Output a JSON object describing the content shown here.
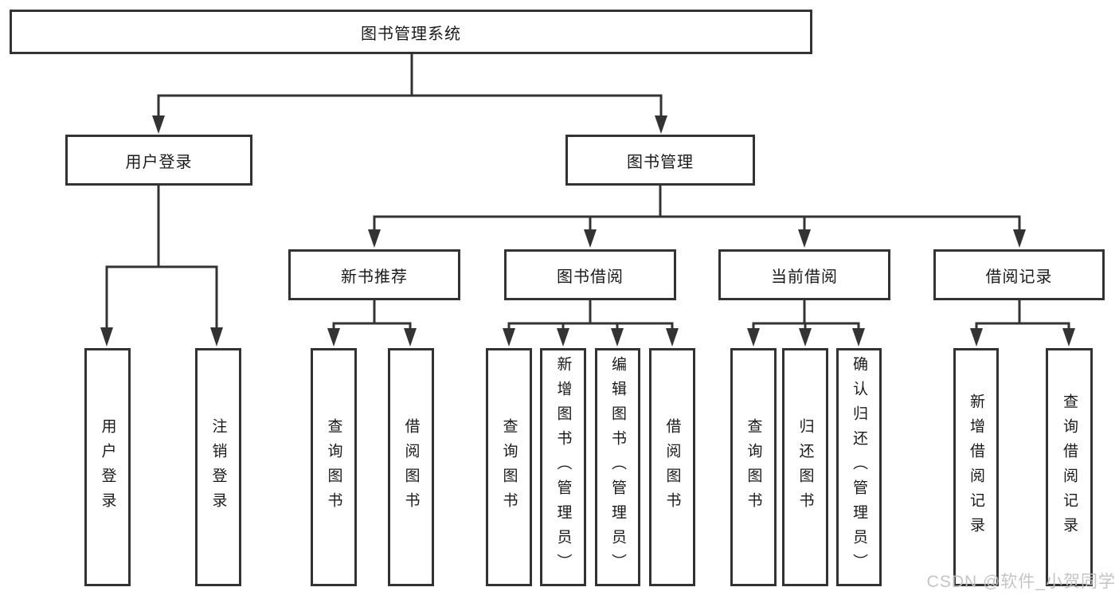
{
  "diagram": {
    "title": "图书管理系统",
    "branches": [
      {
        "label": "用户登录",
        "children": [
          {
            "label": "用户登录"
          },
          {
            "label": "注销登录"
          }
        ]
      },
      {
        "label": "图书管理",
        "children": [
          {
            "label": "新书推荐",
            "children": [
              {
                "label": "查询图书"
              },
              {
                "label": "借阅图书"
              }
            ]
          },
          {
            "label": "图书借阅",
            "children": [
              {
                "label": "查询图书"
              },
              {
                "label": "新增图书（管理员）"
              },
              {
                "label": "编辑图书（管理员）"
              },
              {
                "label": "借阅图书"
              }
            ]
          },
          {
            "label": "当前借阅",
            "children": [
              {
                "label": "查询图书"
              },
              {
                "label": "归还图书"
              },
              {
                "label": "确认归还（管理员）"
              }
            ]
          },
          {
            "label": "借阅记录",
            "children": [
              {
                "label": "新增借阅记录"
              },
              {
                "label": "查询借阅记录"
              }
            ]
          }
        ]
      }
    ],
    "line_color": "#333333",
    "box_background": "#ffffff"
  },
  "watermark": "CSDN @软件_小贺同学"
}
